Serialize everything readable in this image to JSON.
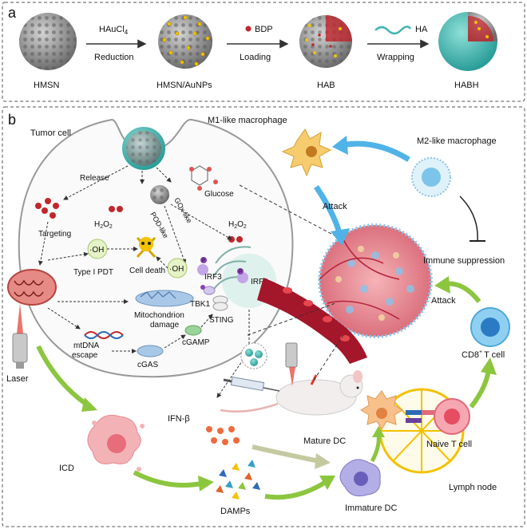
{
  "panel_a": {
    "letter": "a",
    "steps": [
      {
        "reagent": "HAuCl",
        "reagent_sub": "4",
        "action": "Reduction"
      },
      {
        "reagent": "BDP",
        "action": "Loading"
      },
      {
        "reagent": "HA",
        "action": "Wrapping"
      }
    ],
    "products": [
      "HMSN",
      "HMSN/AuNPs",
      "HAB",
      "HABH"
    ]
  },
  "panel_b": {
    "letter": "b",
    "tumor_cell": "Tumor cell",
    "release": "Release",
    "glucose": "Glucose",
    "h2o2_left": "H",
    "h2o2_right": "H",
    "h2o2_sub": "2",
    "h2o2_o": "O",
    "pod_like": "POD-like",
    "gox_like": "GOx-like",
    "targeting": "Targeting",
    "oh_radical_1": "·OH",
    "oh_radical_2": "·OH",
    "type1_pdt": "Type I PDT",
    "cell_death": "Cell death",
    "irf3_a": "IRF3",
    "irf3_b": "IRF3",
    "p_label": "P",
    "tbk1": "TBK1",
    "mito_damage_1": "Mitochondrion",
    "mito_damage_2": "damage",
    "sting": "STING",
    "mtdna_1": "mtDNA",
    "mtdna_2": "escape",
    "cgamp": "cGAMP",
    "cgas": "cGAS",
    "laser": "Laser",
    "icd": "ICD",
    "damps": "DAMPs",
    "ifn": "IFN-β",
    "m1": "M1-like macrophage",
    "m2": "M2-like macrophage",
    "attack_1": "Attack",
    "attack_2": "Attack",
    "immune_suppression": "Immune suppression",
    "cd8": "CD8",
    "cd8_sup": "+",
    "cd8_rest": "T cell",
    "mature_dc": "Mature DC",
    "naive_t": "Naive T cell",
    "immature_dc": "Immature DC",
    "lymph_node": "Lymph node"
  },
  "colors": {
    "green_arrow": "#8cc63f",
    "blue_arrow": "#4fb3e8",
    "nanoparticle": "#9a9a9a",
    "gold": "#f2c200",
    "bdp": "#c0272d",
    "ha_shell": "#3fb6b0"
  }
}
